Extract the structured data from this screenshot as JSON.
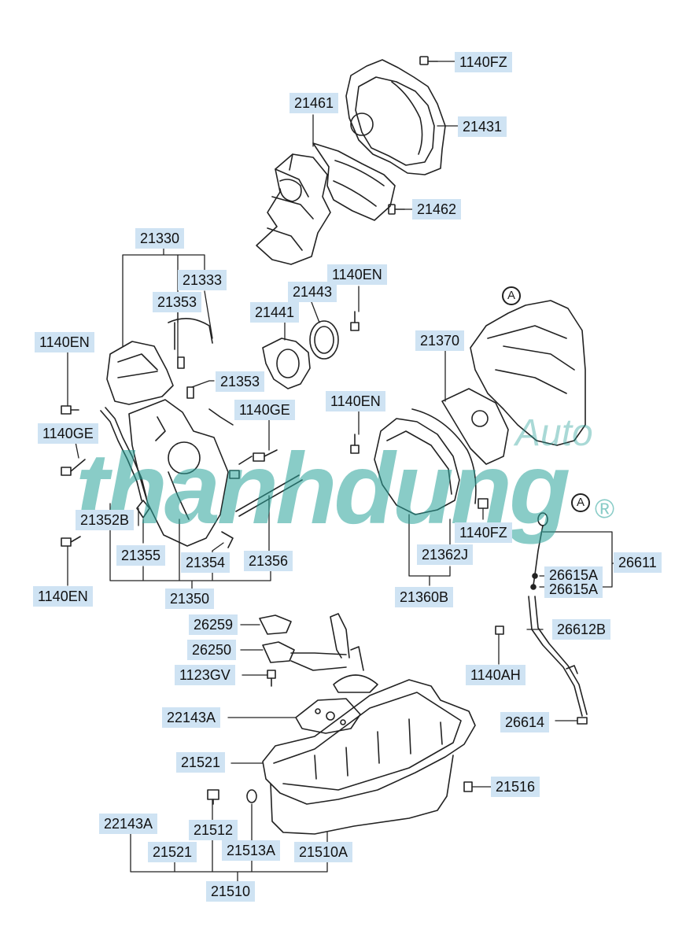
{
  "watermark": {
    "main": "thanhdung",
    "sub": "Auto",
    "reg": "®"
  },
  "ref_markers": [
    "A",
    "A"
  ],
  "labels": {
    "l1140FZ_a": "1140FZ",
    "l21461": "21461",
    "l21431": "21431",
    "l21462": "21462",
    "l21330": "21330",
    "l21333": "21333",
    "l21353_a": "21353",
    "l1140EN_a": "1140EN",
    "l21443": "21443",
    "l21441": "21441",
    "l1140EN_b": "1140EN",
    "l21353_b": "21353",
    "l21370": "21370",
    "l1140EN_c": "1140EN",
    "l1140GE_a": "1140GE",
    "l1140GE_b": "1140GE",
    "l21352B": "21352B",
    "l1140FZ_b": "1140FZ",
    "l21355": "21355",
    "l21354": "21354",
    "l21356": "21356",
    "l21362J": "21362J",
    "l26611": "26611",
    "l26615A_a": "26615A",
    "l26615A_b": "26615A",
    "l1140EN_d": "1140EN",
    "l21350": "21350",
    "l21360B": "21360B",
    "l26259": "26259",
    "l26612B": "26612B",
    "l26250": "26250",
    "l1123GV": "1123GV",
    "l1140AH": "1140AH",
    "l22143A_a": "22143A",
    "l26614": "26614",
    "l21521_a": "21521",
    "l21516": "21516",
    "l22143A_b": "22143A",
    "l21512": "21512",
    "l21521_b": "21521",
    "l21513A": "21513A",
    "l21510A": "21510A",
    "l21510": "21510"
  },
  "colors": {
    "label_bg": "#cfe3f3",
    "line": "#222222",
    "watermark": "#2aa39b"
  }
}
